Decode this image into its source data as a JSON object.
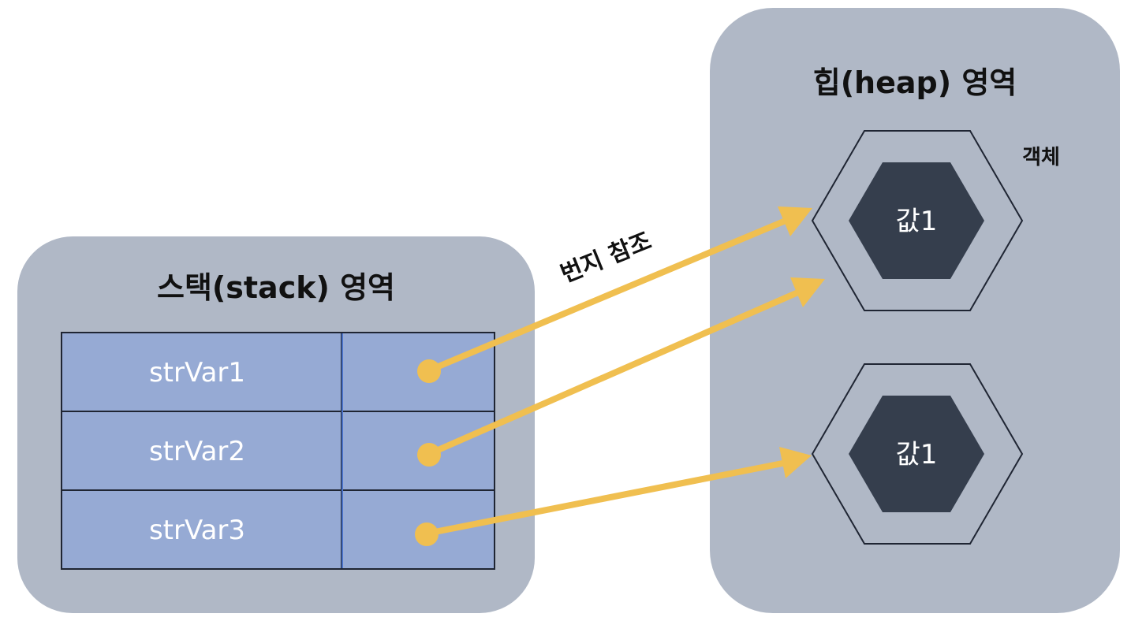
{
  "stack": {
    "title": "스택(stack) 영역",
    "variables": [
      {
        "name": "strVar1"
      },
      {
        "name": "strVar2"
      },
      {
        "name": "strVar3"
      }
    ]
  },
  "heap": {
    "title": "힙(heap) 영역",
    "object_label": "객체",
    "objects": [
      {
        "value": "값1"
      },
      {
        "value": "값1"
      }
    ]
  },
  "arrow_label": "번지 참조",
  "colors": {
    "panel": "#b0b8c6",
    "table_fill": "#96aad4",
    "table_border": "#1f2533",
    "divider": "#4a72c8",
    "arrow": "#f0bf50",
    "hex_inner": "#353e4d",
    "hex_outline": "#1f2533"
  }
}
